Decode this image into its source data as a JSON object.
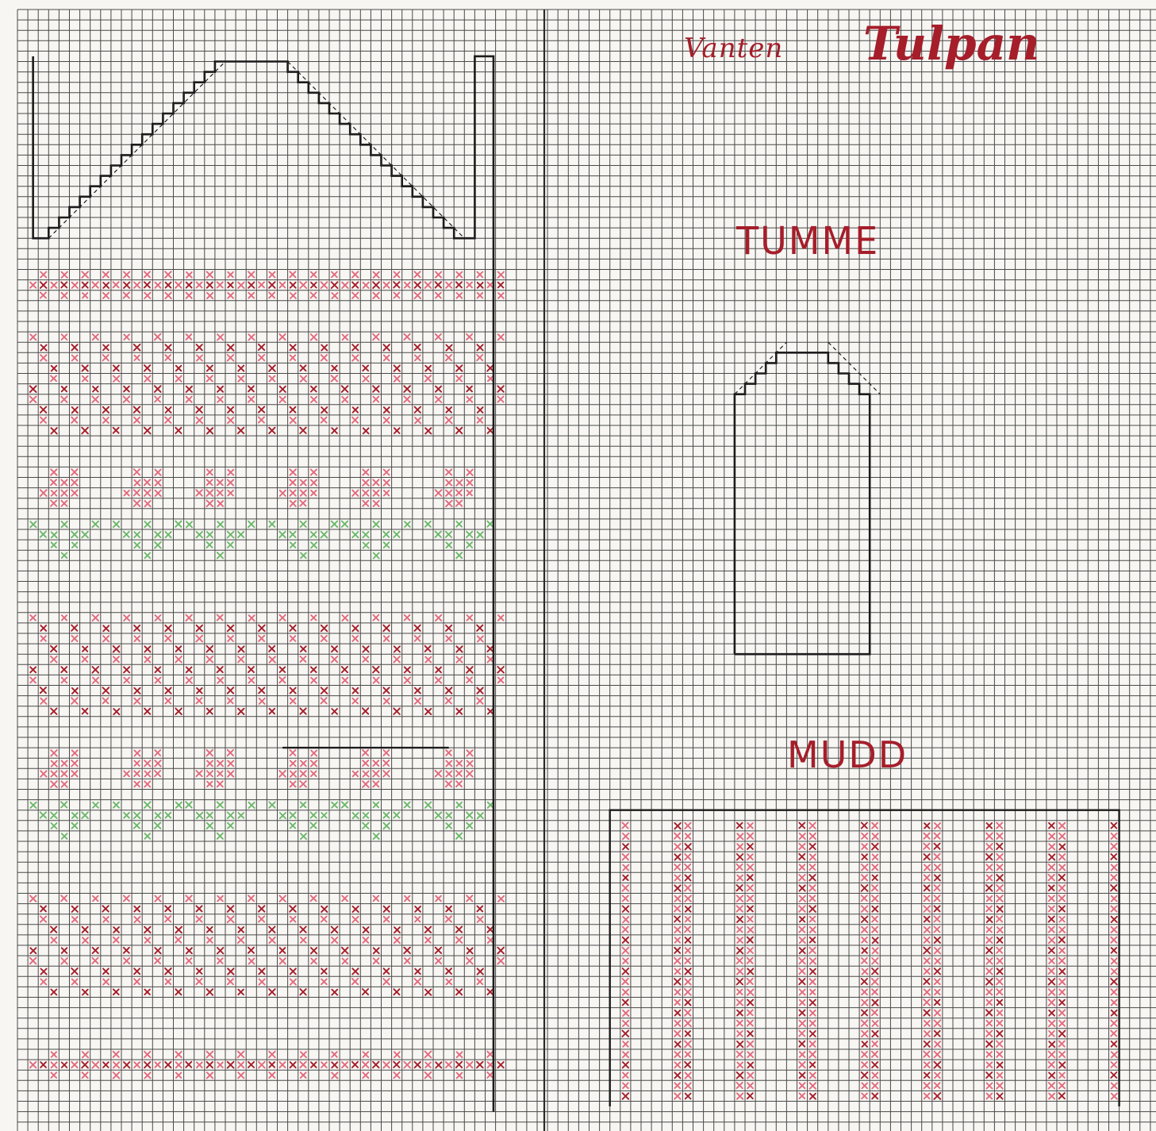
{
  "title": {
    "prefix": "Vanten",
    "name": "Tulpan"
  },
  "sections": {
    "thumb_label": "TUMME",
    "cuff_label": "MUDD"
  },
  "colors": {
    "ink_red": "#a51e2a",
    "ink_pink": "#e26a7c",
    "ink_green": "#6cb86a",
    "outline": "#1c1c1c",
    "grid_line": "#2a2a2a",
    "paper": "#f7f6f3"
  }
}
